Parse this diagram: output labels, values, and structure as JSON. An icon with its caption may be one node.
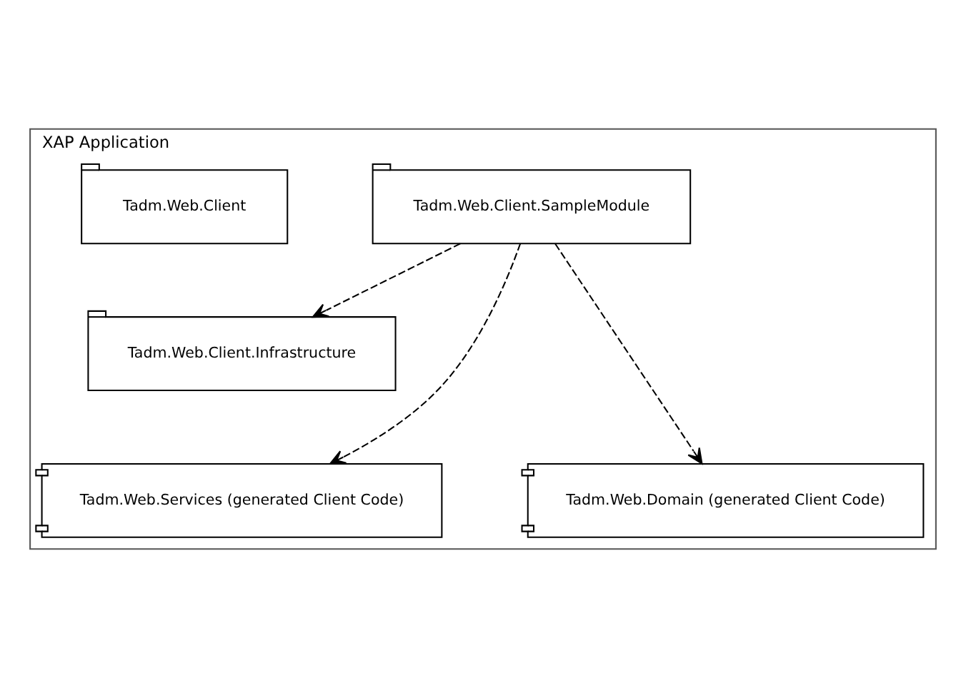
{
  "diagram": {
    "nodes": [
      {
        "text": [
          "XAP Application"
        ]
      },
      {
        "text": [
          "Tadm.Web.Client"
        ],
        "in": 0
      },
      {
        "text": [
          "Tadm.Web.Client.SampleModule"
        ],
        "in": 0
      },
      {
        "text": [
          "Tadm.Web.Client.Infrastructure"
        ],
        "in": 0
      },
      {
        "text": [
          "Tadm.Web.Services (generated Client Code)"
        ],
        "in": 0
      },
      {
        "text": [
          "Tadm.Web.Domain (generated Client Code)"
        ],
        "in": 0
      }
    ],
    "edges": [
      {
        "from": 2,
        "to": 3,
        "arrow": "to",
        "style": "dashed"
      },
      {
        "from": 2,
        "to": 4,
        "arrow": "to",
        "style": "dashed"
      },
      {
        "from": 2,
        "to": 5,
        "arrow": "to",
        "style": "dashed"
      }
    ]
  }
}
